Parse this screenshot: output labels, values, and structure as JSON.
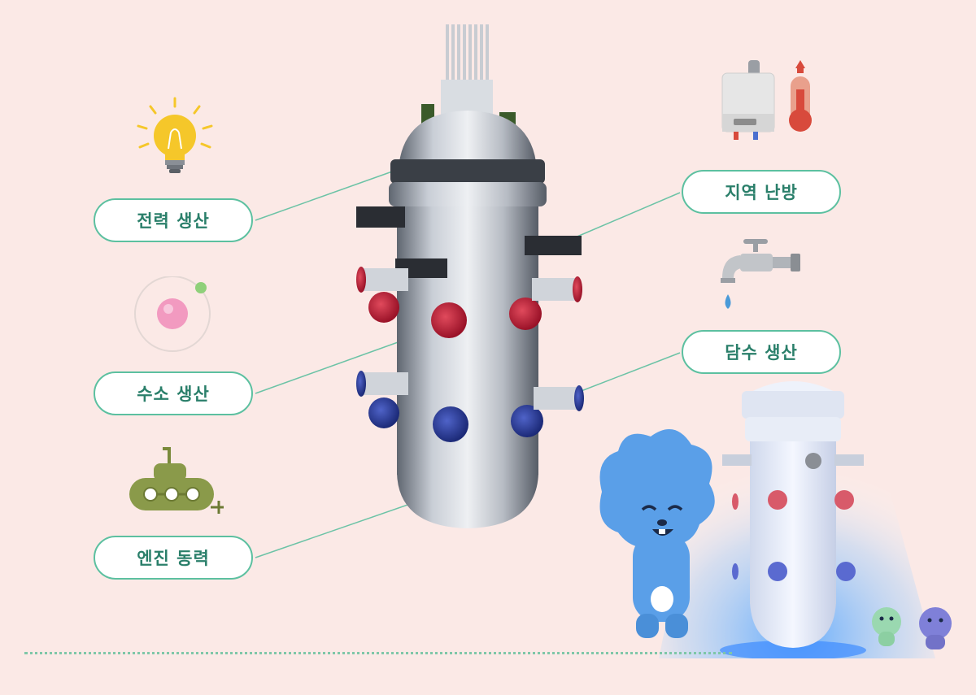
{
  "labels": {
    "power": "전력 생산",
    "hydrogen": "수소 생산",
    "engine": "엔진 동력",
    "heating": "지역 난방",
    "desalination": "담수 생산"
  },
  "icons": {
    "power": "light-bulb-icon",
    "hydrogen": "atom-icon",
    "engine": "submarine-icon",
    "heating": "boiler-thermometer-icon",
    "desalination": "faucet-water-drop-icon"
  },
  "colors": {
    "background": "#fbe9e6",
    "pill_border": "#5cc0a0",
    "pill_text": "#2a7f6a",
    "leader_line": "#6cc3a6",
    "nozzle_red": "#c41e3a",
    "nozzle_blue": "#2b3fa0"
  }
}
